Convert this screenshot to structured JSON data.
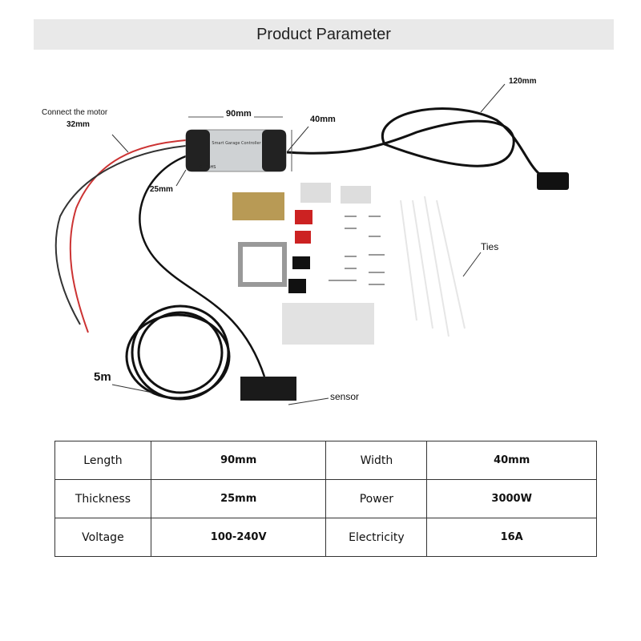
{
  "header": {
    "title": "Product Parameter"
  },
  "labels": {
    "connect_motor": "Connect the motor",
    "motor_length": "32mm",
    "length": "90mm",
    "width": "40mm",
    "thickness": "25mm",
    "cable": "120mm",
    "ties": "Ties",
    "sensor_cable": "5m",
    "sensor": "sensor"
  },
  "device": {
    "name": "Smart Garage Controller",
    "cert": "CE RoHS"
  },
  "specs": [
    {
      "k1": "Length",
      "v1": "90mm",
      "k2": "Width",
      "v2": "40mm"
    },
    {
      "k1": "Thickness",
      "v1": "25mm",
      "k2": "Power",
      "v2": "3000W"
    },
    {
      "k1": "Voltage",
      "v1": "100-240V",
      "k2": "Electricity",
      "v2": "16A"
    }
  ]
}
